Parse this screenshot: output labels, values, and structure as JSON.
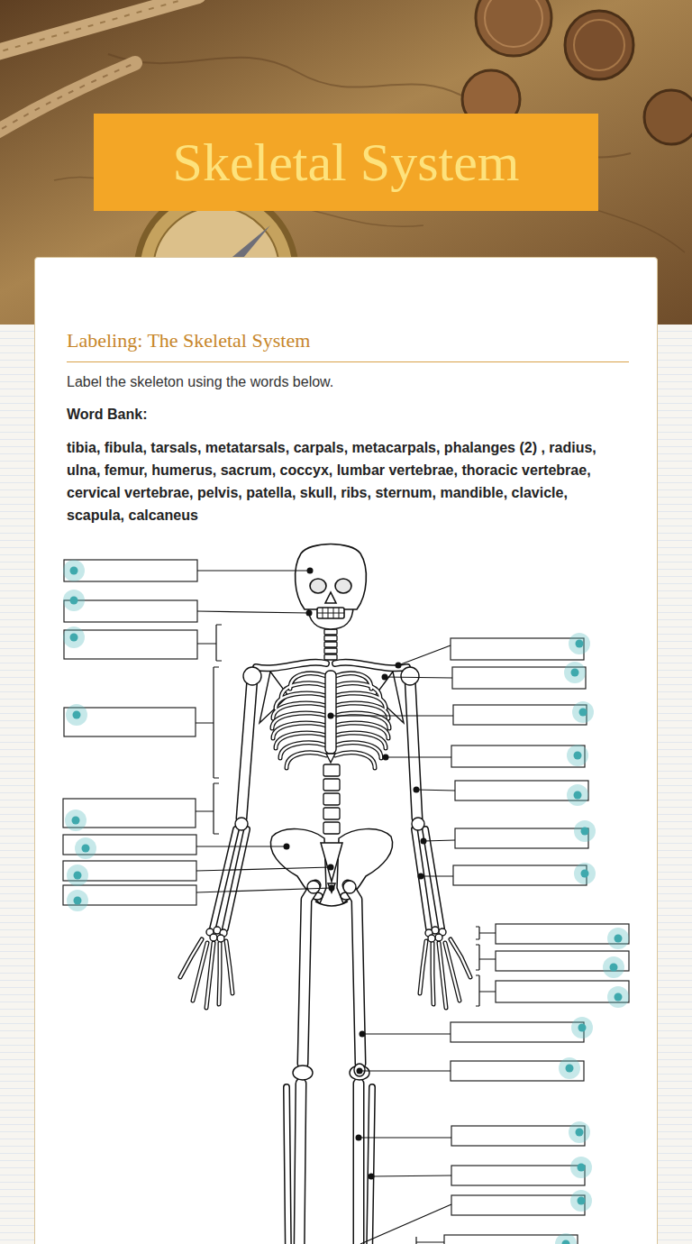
{
  "diagram": {
    "title": "Skeletal System",
    "nodes": [
      {
        "text": [
          "Labeling: The Skeletal System",
          "Label the skeleton using the words below.",
          "Word Bank:",
          "tibia, fibula, tarsals, metatarsals, carpals, metacarpals, phalanges (2) , radius, ulna, femur, humerus, sacrum, coccyx, lumbar vertebrae, thoracic vertebrae, cervical vertebrae, pelvis, patella, skull, ribs, sternum, mandible, clavicle, scapula, calcaneus"
        ]
      }
    ]
  }
}
